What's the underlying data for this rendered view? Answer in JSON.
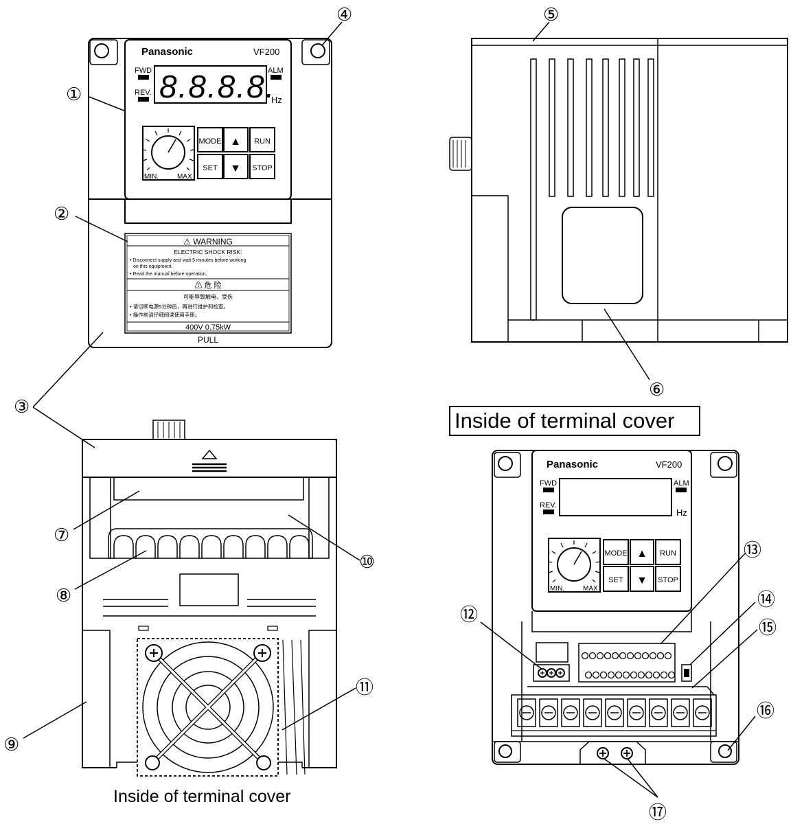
{
  "front": {
    "brand": "Panasonic",
    "model": "VF200",
    "fwd": "FWD",
    "rev": "REV.",
    "alm": "ALM",
    "display": "8.8.8.8.",
    "unit": "Hz",
    "min": "MIN.",
    "max": "MAX",
    "keys": {
      "mode": "MODE",
      "up": "▲",
      "run": "RUN",
      "set": "SET",
      "down": "▼",
      "stop": "STOP"
    },
    "warning": {
      "title": "⚠ WARNING",
      "risk": "ELECTRIC SHOCK RISK:",
      "line1": "• Disconnect supply and wait 5 minutes before working",
      "line2": "on this equipment.",
      "line3": "• Read the manual before operation.",
      "cn_title": "⚠ 危 险",
      "cn_risk": "可能导致触电、受伤",
      "cn_line1": "• 请切断电源5分钟后，再进行维护和检查。",
      "cn_line2": "• 操作前请仔细阅读使用手册。",
      "rating": "400V 0.75kW"
    },
    "pull": "PULL"
  },
  "terminal_view": {
    "title": "Inside of terminal cover",
    "brand": "Panasonic",
    "model": "VF200",
    "fwd": "FWD",
    "rev": "REV.",
    "alm": "ALM",
    "unit": "Hz",
    "min": "MIN.",
    "max": "MAX",
    "keys": {
      "mode": "MODE",
      "up": "▲",
      "run": "RUN",
      "set": "SET",
      "down": "▼",
      "stop": "STOP"
    }
  },
  "bottom_view": {
    "caption": "Inside of terminal cover"
  },
  "callouts": {
    "c1": "①",
    "c2": "②",
    "c3": "③",
    "c4": "④",
    "c5": "⑤",
    "c6": "⑥",
    "c7": "⑦",
    "c8": "⑧",
    "c9": "⑨",
    "c10": "⑩",
    "c11": "⑪",
    "c12": "⑫",
    "c13": "⑬",
    "c14": "⑭",
    "c15": "⑮",
    "c16": "⑯",
    "c17": "⑰"
  }
}
